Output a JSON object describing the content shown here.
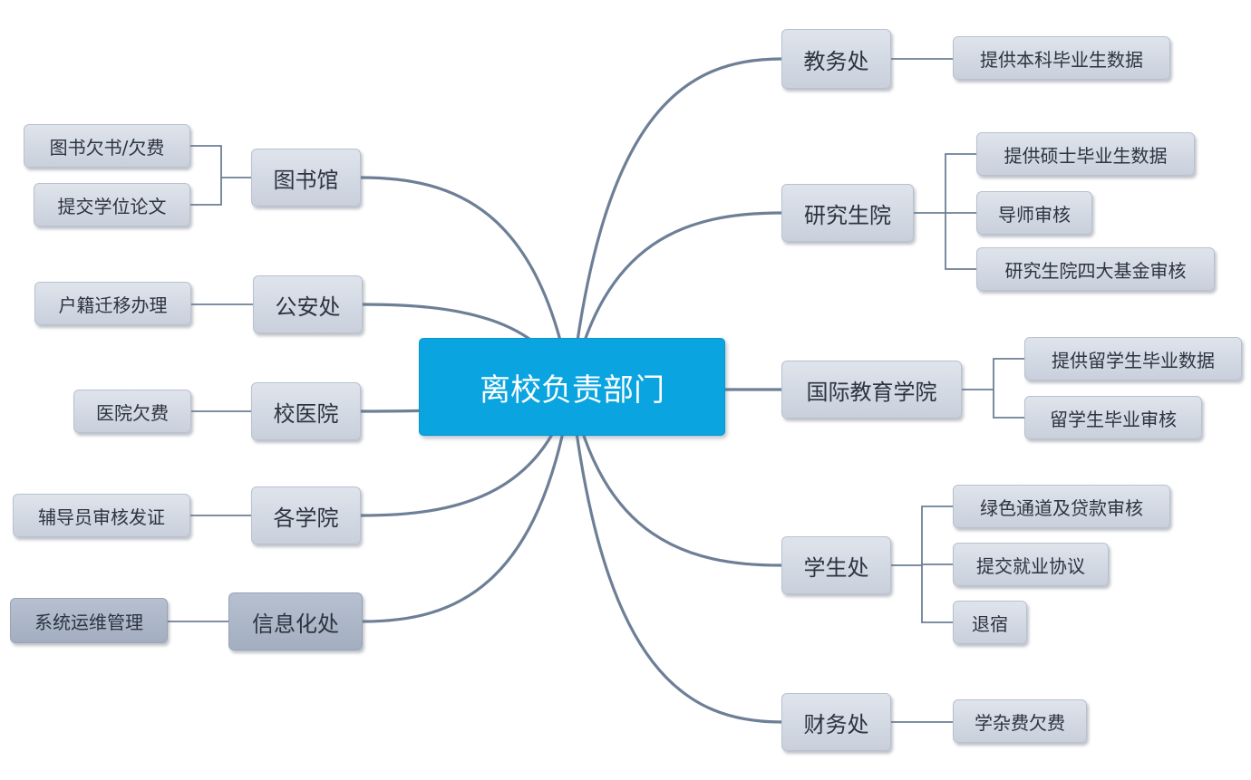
{
  "center": "离校负责部门",
  "branches": [
    {
      "id": "jiaowu",
      "label": "教务处",
      "leaves": [
        "提供本科毕业生数据"
      ]
    },
    {
      "id": "yanjiusheng",
      "label": "研究生院",
      "leaves": [
        "提供硕士毕业生数据",
        "导师审核",
        "研究生院四大基金审核"
      ]
    },
    {
      "id": "guoji",
      "label": "国际教育学院",
      "leaves": [
        "提供留学生毕业数据",
        "留学生毕业审核"
      ]
    },
    {
      "id": "xuesheng",
      "label": "学生处",
      "leaves": [
        "绿色通道及贷款审核",
        "提交就业协议",
        "退宿"
      ]
    },
    {
      "id": "caiwu",
      "label": "财务处",
      "leaves": [
        "学杂费欠费"
      ]
    },
    {
      "id": "tushuguan",
      "label": "图书馆",
      "leaves": [
        "图书欠书/欠费",
        "提交学位论文"
      ]
    },
    {
      "id": "gongan",
      "label": "公安处",
      "leaves": [
        "户籍迁移办理"
      ]
    },
    {
      "id": "xiaoyiyuan",
      "label": "校医院",
      "leaves": [
        "医院欠费"
      ]
    },
    {
      "id": "gexueyuan",
      "label": "各学院",
      "leaves": [
        "辅导员审核发证"
      ]
    },
    {
      "id": "xinxihua",
      "label": "信息化处",
      "leaves": [
        "系统运维管理"
      ]
    }
  ]
}
